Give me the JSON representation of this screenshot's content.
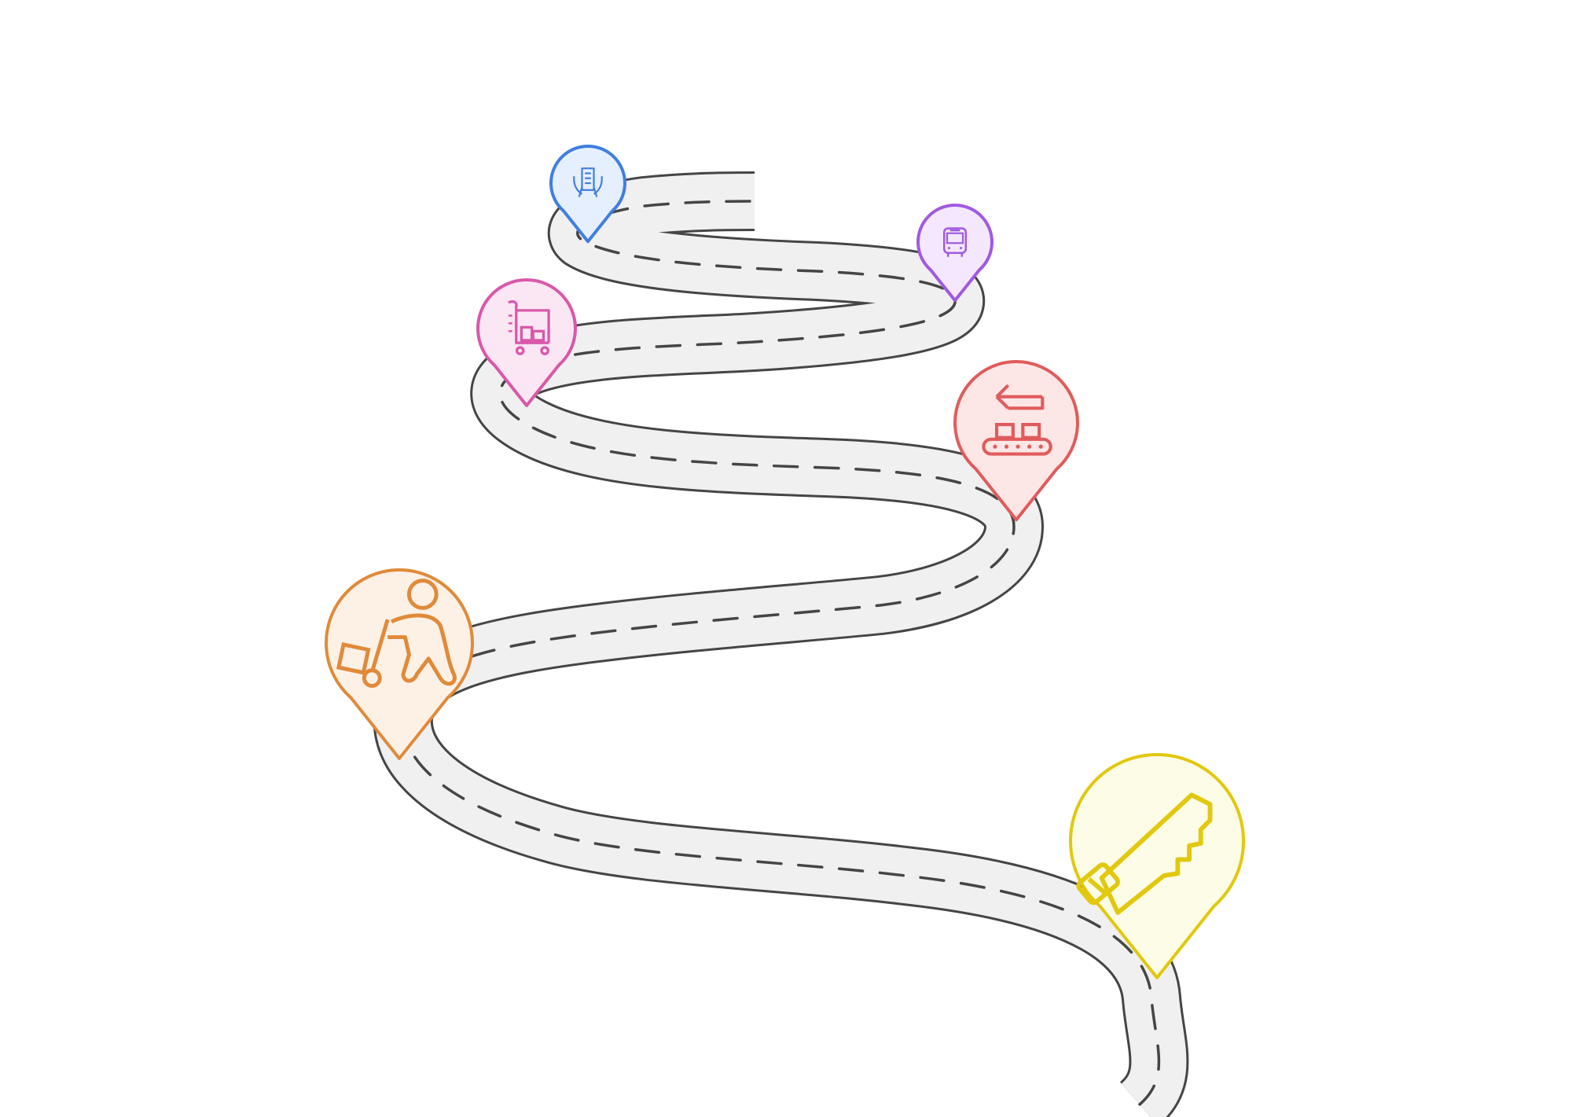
{
  "road": {
    "fill": "#f0f0f0",
    "edge_color": "#454545",
    "dash_color": "#454545"
  },
  "milestones": [
    {
      "id": "manufacturing",
      "icon": "hand-saw-icon",
      "stroke": "#e2c80e",
      "fill": "#fdfce6"
    },
    {
      "id": "warehouse",
      "icon": "person-pushing-cart-icon",
      "stroke": "#e08a3a",
      "fill": "#fdf1e6"
    },
    {
      "id": "conveyor",
      "icon": "conveyor-belt-arrow-icon",
      "stroke": "#e05c5c",
      "fill": "#fde6e6"
    },
    {
      "id": "retail",
      "icon": "shopping-cart-boxes-icon",
      "stroke": "#d958aa",
      "fill": "#fbe6f4"
    },
    {
      "id": "transport",
      "icon": "bus-icon",
      "stroke": "#a259e0",
      "fill": "#f3e8fd"
    },
    {
      "id": "delivery",
      "icon": "hands-holding-receipt-icon",
      "stroke": "#3f7fdf",
      "fill": "#e6effd"
    }
  ]
}
